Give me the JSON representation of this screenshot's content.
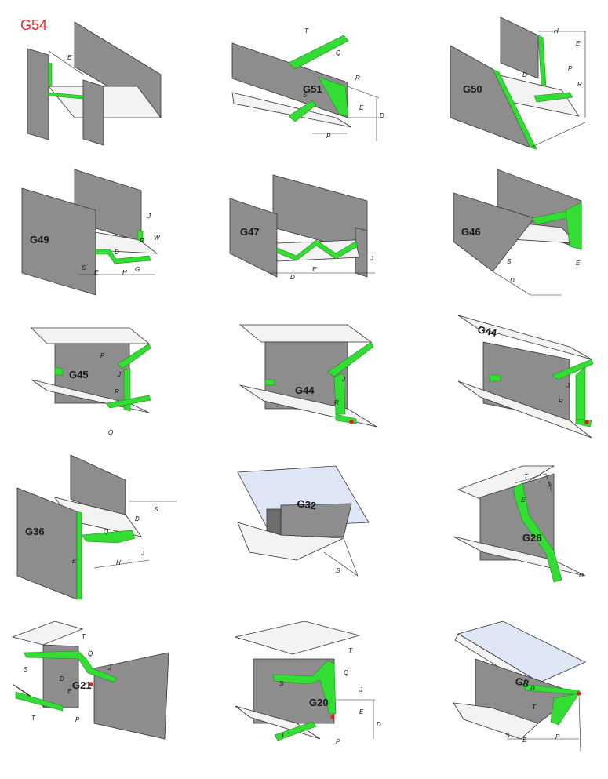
{
  "header": {
    "title": "G54",
    "title_color": "#e8262a"
  },
  "colors": {
    "weld": "#33dd33",
    "plate": "#8d8d8d",
    "flange": "#f3f3f3",
    "highlight": "#dfe6f6",
    "point": "#e02020"
  },
  "panels": [
    {
      "label": "",
      "dims": [
        "E"
      ]
    },
    {
      "label": "G51",
      "dims": [
        "T",
        "Q",
        "R",
        "S",
        "E",
        "D",
        "P"
      ]
    },
    {
      "label": "G50",
      "dims": [
        "H",
        "E",
        "P",
        "D",
        "R"
      ]
    },
    {
      "label": "G49",
      "dims": [
        "J",
        "W",
        "D",
        "S",
        "E",
        "H",
        "G",
        "R"
      ]
    },
    {
      "label": "G47",
      "dims": [
        "J",
        "D",
        "E"
      ]
    },
    {
      "label": "G46",
      "dims": [
        "S",
        "D",
        "E"
      ]
    },
    {
      "label": "G45",
      "dims": [
        "P",
        "J",
        "R",
        "Q"
      ]
    },
    {
      "label": "G44",
      "dims": [
        "J",
        "R"
      ]
    },
    {
      "label": "G44",
      "dims": [
        "J",
        "R"
      ]
    },
    {
      "label": "G36",
      "dims": [
        "S",
        "D",
        "Q",
        "E",
        "H",
        "T",
        "J"
      ]
    },
    {
      "label": "G32",
      "dims": [
        "S"
      ]
    },
    {
      "label": "G26",
      "dims": [
        "T",
        "E",
        "S",
        "D"
      ]
    },
    {
      "label": "G21",
      "dims": [
        "T",
        "Q",
        "S",
        "D",
        "E",
        "J",
        "T",
        "P"
      ]
    },
    {
      "label": "G20",
      "dims": [
        "T",
        "Q",
        "S",
        "J",
        "E",
        "D",
        "T",
        "P"
      ]
    },
    {
      "label": "G8",
      "dims": [
        "D",
        "T",
        "S",
        "E",
        "P"
      ]
    }
  ]
}
